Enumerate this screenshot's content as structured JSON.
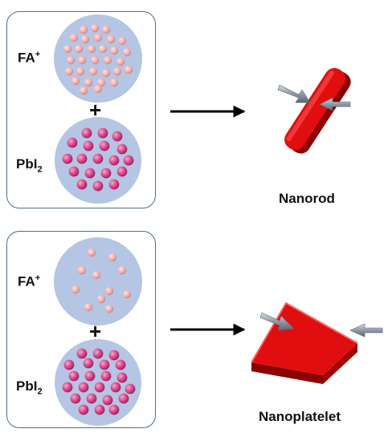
{
  "top": {
    "cation_label": "FA",
    "cation_sup": "+",
    "plus": "+",
    "anion_label": "PbI",
    "anion_sub": "2",
    "product": "Nanorod"
  },
  "bottom": {
    "cation_label": "FA",
    "cation_sup": "+",
    "plus": "+",
    "anion_label": "PbI",
    "anion_sub": "2",
    "product": "Nanoplatelet"
  },
  "colors": {
    "circle_fill": "#b4c6e4",
    "fa_particle": "#f2b5b5",
    "pbi_particle": "#d94d8c",
    "product": "#e00e0e",
    "panel_border": "#4a6f8e",
    "pressure_arrow": "#8f9aa8"
  }
}
